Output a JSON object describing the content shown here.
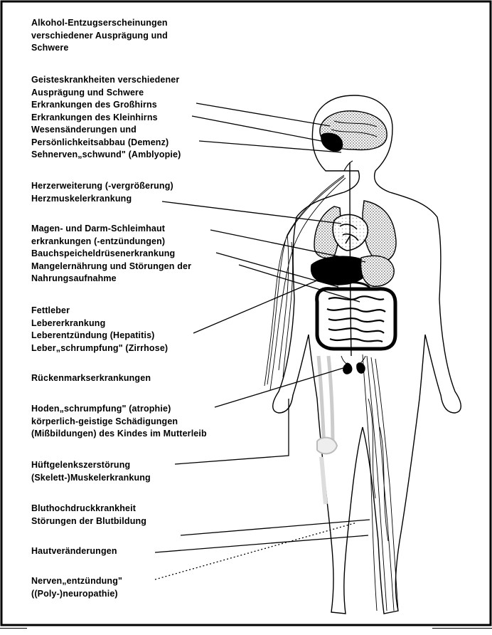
{
  "groups": [
    {
      "lines": [
        "Alkohol-Entzugserscheinungen",
        "verschiedener Ausprägung und",
        "Schwere"
      ]
    },
    {
      "lines": [
        "Geisteskrankheiten verschiedener",
        "Ausprägung und Schwere",
        "Erkrankungen des Großhirns",
        "Erkrankungen des Kleinhirns",
        "Wesensänderungen und",
        "Persönlichkeitsabbau (Demenz)",
        "Sehnerven„schwund\" (Amblyopie)"
      ]
    },
    {
      "lines": [
        "Herzerweiterung (-vergrößerung)",
        "Herzmuskelerkrankung"
      ]
    },
    {
      "lines": [
        "Magen- und Darm-Schleimhaut",
        "erkrankungen (-entzündungen)",
        "Bauchspeicheldrüsenerkrankung",
        "Mangelernährung und Störungen der",
        "Nahrungsaufnahme"
      ]
    },
    {
      "lines": [
        "Fettleber",
        "Lebererkrankung",
        "Leberentzündung (Hepatitis)",
        "Leber„schrumpfung\" (Zirrhose)"
      ]
    },
    {
      "lines": [
        "Rückenmarkserkrankungen"
      ]
    },
    {
      "lines": [
        "Hoden„schrumpfung\" (atrophie)",
        "körperlich-geistige Schädigungen",
        "(Mißbildungen) des Kindes im Mutterleib"
      ]
    },
    {
      "lines": [
        "Hüftgelenkszerstörung",
        "(Skelett-)Muskelerkrankung"
      ]
    },
    {
      "lines": [
        "Bluthochdruckkrankheit",
        "Störungen der Blutbildung"
      ]
    },
    {
      "lines": [
        "Hautveränderungen"
      ]
    },
    {
      "lines": [
        "Nerven„entzündung\"",
        "((Poly-)neuropathie)"
      ]
    }
  ]
}
